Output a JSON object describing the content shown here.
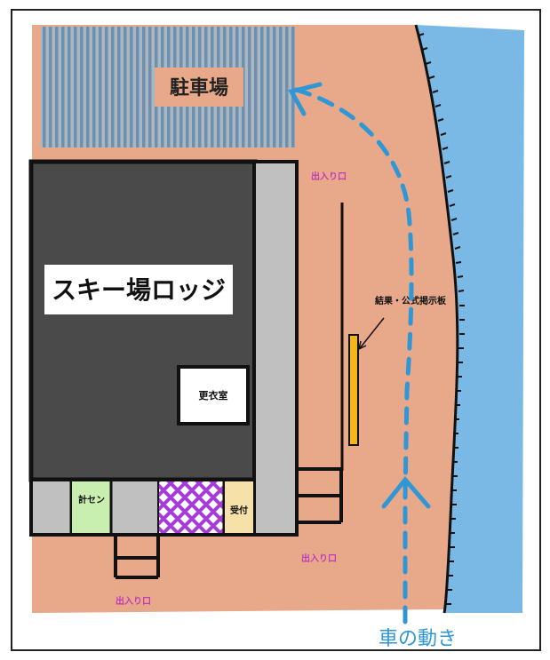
{
  "labels": {
    "parking": "駐車場",
    "lodge": "スキー場ロッジ",
    "changing_room": "更衣室",
    "timing_center": "計セン",
    "reception": "受付",
    "results_board": "結果・公式掲示板",
    "entrance_top": "出入り口",
    "entrance_right": "出入り口",
    "entrance_bottom": "出入り口",
    "car_flow": "車の動き"
  },
  "colors": {
    "ground": "#e8a88a",
    "water": "#7ab9e6",
    "lodge": "#4a4a4a",
    "corridor": "#c0c0c0",
    "timing_center": "#c9efb0",
    "reception": "#f6e2a8",
    "lattice": "#a53ed8",
    "board": "#f2b51c",
    "arrow": "#2f97d6",
    "parking_stripe": "#6f8fae",
    "label_pink": "#c13bb8"
  },
  "icons": {
    "car_flow": "dashed-arrow-icon",
    "pointer": "pointer-arrow-icon"
  }
}
